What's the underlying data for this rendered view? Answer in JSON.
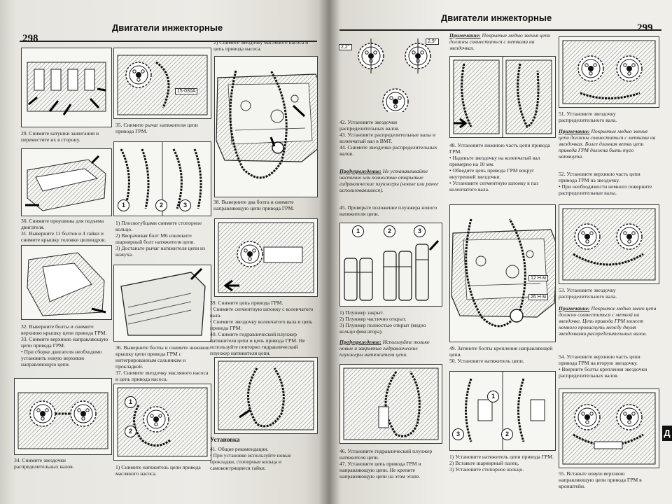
{
  "left_page": {
    "page_number": "298",
    "header": "Двигатели инжекторные",
    "fig_tags": {
      "code": "15-030A"
    },
    "callouts": {
      "c1": "1",
      "c2": "2",
      "c3": "3",
      "c4": "1",
      "c5": "2"
    },
    "captions": {
      "s29": "29. Снимите катушки зажигания и переместите их в сторону.",
      "s30": "30. Снимите проушины для подъема двигателя.\n31. Выверните 11 болтов и 4 гайки и снимите крышку головки цилиндров.",
      "s32": "32. Выверните болты и снимите верхнюю крышку цепи привода ГРМ.\n33. Снимите верхнюю направляющую цепи привода ГРМ.\n• При сборке двигателя необходимо установить новую верхнюю направляющую цепи.",
      "s34": "34. Снимите звездочки распределительных валов.",
      "s35": "35. Снимите рычаг натяжителя цепи привода ГРМ.",
      "s35list": "1) Плоскогубцами снимите стопорное кольцо.\n2) Вворачивая болт М6 извлеките шарнирный болт натяжителя цепи.\n3) Достаньте рычаг натяжителя цепи из кожуха.",
      "s36": "36. Выверните болты и снимите нижнюю крышку цепи привода ГРМ с интегрированным сальником и прокладкой.\n37. Снимите звездочку масляного насоса и цепь привода насоса.",
      "s37b": "1) Снимите натяжитель цепи привода масляного насоса.",
      "s38top": "2) Снимите звездочку масляного насоса и цепь привода насоса.",
      "s38": "38. Выверните два болта и снимите направляющую цепи привода ГРМ.",
      "s39": "39. Снимите цепь привода ГРМ.\n• Снимите сегментную шпонку с коленчатого вала.\n• Снимите звездочку коленчатого вала и цепь привода ГРМ.\n40. Снимите гидравлический плунжер натяжителя цепи и цепь привода ГРМ. Не используйте повторно гидравлический плунжер натяжителя цепи.",
      "install_title": "Установка",
      "s41": "41. Общие рекомендации.\n• При установке используйте новые прокладки, стопорные кольца и самоконтрящиеся гайки."
    }
  },
  "right_page": {
    "page_number": "299",
    "header": "Двигатели инжекторные",
    "fig_tags": {
      "angle_left": "2,2°",
      "angle_right": "2,9°",
      "torque_a": "12 Н·м",
      "torque_b": "26 Н·м"
    },
    "callouts": {
      "c1": "1",
      "c2": "2",
      "c3": "3",
      "c4": "3",
      "c5": "1",
      "c6": "2"
    },
    "captions": {
      "n_top_title": "Примечание:",
      "n_top": "Покрытые медью звенья цепи должны совместиться с метками на звездочках.",
      "s42": "42. Установите звездочки распределительных валов.\n43. Установите распределительные валы и коленчатый вал в ВМТ.\n44. Снимите звездочки распределительных валов.",
      "warn1_title": "Предупреждение:",
      "warn1": "Не устанавливайте частично или полностью открытые гидравлические плунжеры (новые или ранее использовавшиеся).",
      "s45": "45. Проверьте положение плунжера нового натяжителя цепи.",
      "s45list": "1) Плунжер закрыт.\n2) Плунжер частично открыт.\n3) Плунжер полностью открыт (видно кольцо фиксатора).",
      "warn2_title": "Предупреждение:",
      "warn2": "Используйте только новые и закрытые гидравлические плунжеры натяжителя цепи.",
      "s46": "46. Установите гидравлический плунжер натяжителя цепи.\n47. Установите цепь привода ГРМ и направляющую цепи. Не крепите направляющую цепи на этом этапе.",
      "s48": "48. Установите нижнюю часть цепи привода ГРМ.\n• Наденьте звездочку на коленчатый вал примерно на 10 мм.\n• Обведите цепь привода ГРМ вокруг внутренней звездочки.\n• Установите сегментную шпонку в паз коленчатого вала.",
      "s49": "49. Затяните болты крепления направляющей цепи.\n50. Установите натяжитель цепи.",
      "s50list": "1) Установите натяжитель цепи привода ГРМ.\n2) Вставьте шарнирный палец.\n3) Установите стопорное кольцо.",
      "s51": "51. Установите звездочку распределительного вала.",
      "n2_title": "Примечание:",
      "n2": "Покрытые медью звенья цепи должны совместиться с метками на звездочках. Более длинная ветвь цепи привода ГРМ должна быть туго натянута.",
      "s52": "52. Установите верхнюю часть цепи привода ГРМ на звездочку.\n• При необходимости немного поверните распределительные валы.",
      "s53": "53. Установите звездочку распределительного вала.",
      "n3_title": "Примечание:",
      "n3": "Покрытое медью звено цепи должно совместиться с меткой на звездочке. Цепь привода ГРМ может немного провиснуть между двумя звездочками распределительных валов.",
      "s54": "54. Установите верхнюю часть цепи привода ГРМ на вторую звездочку.\n• Вверните болты крепления звездочки распределительных валов.",
      "s55": "55. Вставьте новую верхнюю направляющую цепи привода ГРМ в кронштейн."
    },
    "edge_tab": "Д"
  }
}
